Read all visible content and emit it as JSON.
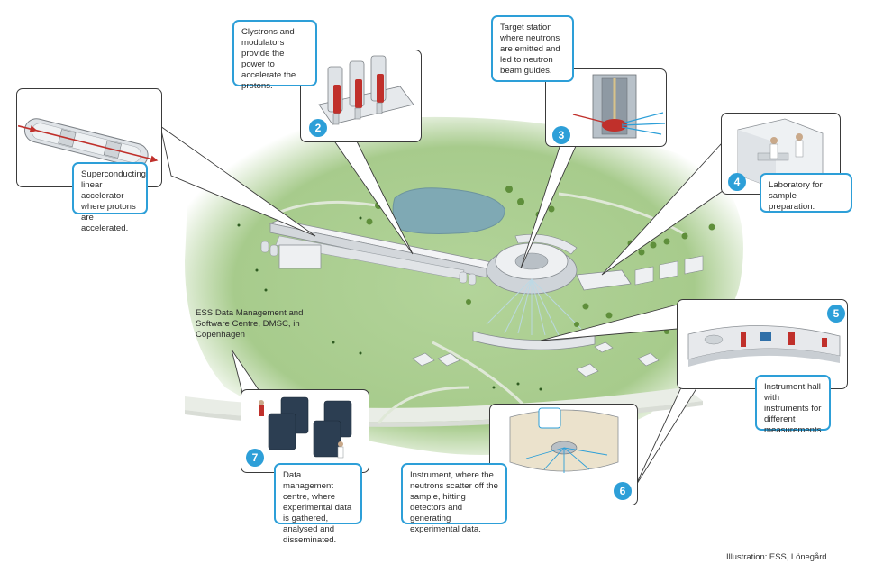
{
  "callouts": {
    "c1": "Superconducting linear accelerator where protons are accelerated.",
    "c2": "Clystrons and modulators provide the power to accelerate the protons.",
    "c3": "Target station where neutrons are emitted and led to neutron beam guides.",
    "c4": "Laboratory for sample preparation.",
    "c5": "Instrument hall with instruments for different measurements.",
    "c6": "Instrument, where the neutrons scatter off the sample, hitting detectors and generating experimental data.",
    "c7": "Data management centre, where experimental data is gathered, analysed and disseminated.",
    "dmsc": "ESS Data Management and Software Centre, DMSC, in Copenhagen"
  },
  "badges": {
    "b2": "2",
    "b3": "3",
    "b4": "4",
    "b5": "5",
    "b6": "6",
    "b7": "7"
  },
  "credit": "Illustration: ESS, Lönegård",
  "colors": {
    "callout_border": "#2d9fd8",
    "badge": "#2d9fd8",
    "ground": "#a9cc8f",
    "building": "#e8ebee",
    "accent_red": "#c0302b"
  }
}
